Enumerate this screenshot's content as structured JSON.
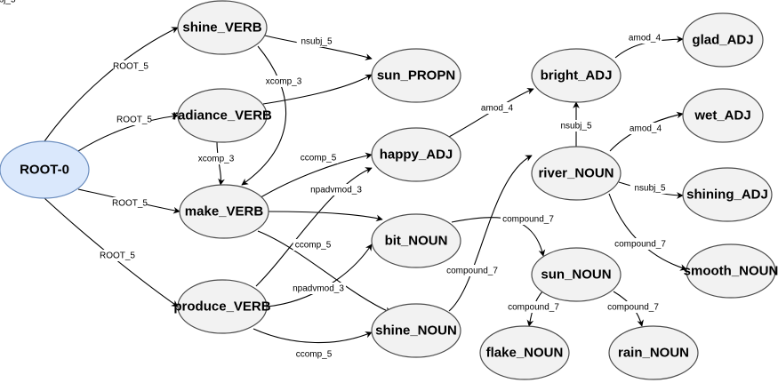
{
  "colors": {
    "root_fill": "#dae8fc",
    "root_stroke": "#6c8ebf",
    "node_fill": "#f2f2f2",
    "node_stroke": "#4d4d4d",
    "edge": "#000000"
  },
  "nodes": [
    {
      "id": "root",
      "label": "ROOT-0",
      "root": true
    },
    {
      "id": "shine_verb",
      "label": "shine_VERB"
    },
    {
      "id": "radiance_verb",
      "label": "radiance_VERB"
    },
    {
      "id": "make_verb",
      "label": "make_VERB"
    },
    {
      "id": "produce_verb",
      "label": "produce_VERB"
    },
    {
      "id": "sun_propn",
      "label": "sun_PROPN"
    },
    {
      "id": "happy_adj",
      "label": "happy_ADJ"
    },
    {
      "id": "bit_noun",
      "label": "bit_NOUN"
    },
    {
      "id": "shine_noun",
      "label": "shine_NOUN"
    },
    {
      "id": "bright_adj",
      "label": "bright_ADJ"
    },
    {
      "id": "river_noun",
      "label": "river_NOUN"
    },
    {
      "id": "sun_noun",
      "label": "sun_NOUN"
    },
    {
      "id": "flake_noun",
      "label": "flake_NOUN"
    },
    {
      "id": "rain_noun",
      "label": "rain_NOUN"
    },
    {
      "id": "glad_adj",
      "label": "glad_ADJ"
    },
    {
      "id": "wet_adj",
      "label": "wet_ADJ"
    },
    {
      "id": "shining_adj",
      "label": "shining_ADJ"
    },
    {
      "id": "smooth_noun",
      "label": "smooth_NOUN"
    }
  ],
  "edges": [
    {
      "from": "root",
      "to": "shine_verb",
      "label": "ROOT_5"
    },
    {
      "from": "root",
      "to": "radiance_verb",
      "label": "ROOT_5"
    },
    {
      "from": "root",
      "to": "make_verb",
      "label": "ROOT_5"
    },
    {
      "from": "root",
      "to": "produce_verb",
      "label": "ROOT_5"
    },
    {
      "from": "shine_verb",
      "to": "sun_propn",
      "label": "nsubj_5"
    },
    {
      "from": "shine_verb",
      "to": "make_verb",
      "label": "xcomp_3"
    },
    {
      "from": "radiance_verb",
      "to": "sun_propn",
      "label": "nsubj_5"
    },
    {
      "from": "radiance_verb",
      "to": "make_verb",
      "label": "xcomp_3"
    },
    {
      "from": "make_verb",
      "to": "happy_adj",
      "label": "ccomp_5"
    },
    {
      "from": "make_verb",
      "to": "bit_noun",
      "label": ""
    },
    {
      "from": "make_verb",
      "to": "shine_noun",
      "label": "ccomp_5"
    },
    {
      "from": "produce_verb",
      "to": "happy_adj",
      "label": "npadvmod_3"
    },
    {
      "from": "produce_verb",
      "to": "bit_noun",
      "label": "npadvmod_3"
    },
    {
      "from": "produce_verb",
      "to": "shine_noun",
      "label": "ccomp_5"
    },
    {
      "from": "happy_adj",
      "to": "bright_adj",
      "label": "amod_4"
    },
    {
      "from": "bit_noun",
      "to": "sun_noun",
      "label": "compound_7"
    },
    {
      "from": "shine_noun",
      "to": "river_noun",
      "label": "compound_7"
    },
    {
      "from": "sun_noun",
      "to": "flake_noun",
      "label": "compound_7"
    },
    {
      "from": "sun_noun",
      "to": "rain_noun",
      "label": "compound_7"
    },
    {
      "from": "bright_adj",
      "to": "glad_adj",
      "label": "amod_4"
    },
    {
      "from": "river_noun",
      "to": "bright_adj",
      "label": "nsubj_5"
    },
    {
      "from": "river_noun",
      "to": "wet_adj",
      "label": "amod_4"
    },
    {
      "from": "river_noun",
      "to": "shining_adj",
      "label": "nsubj_5"
    },
    {
      "from": "river_noun",
      "to": "smooth_noun",
      "label": "compound_7"
    }
  ]
}
